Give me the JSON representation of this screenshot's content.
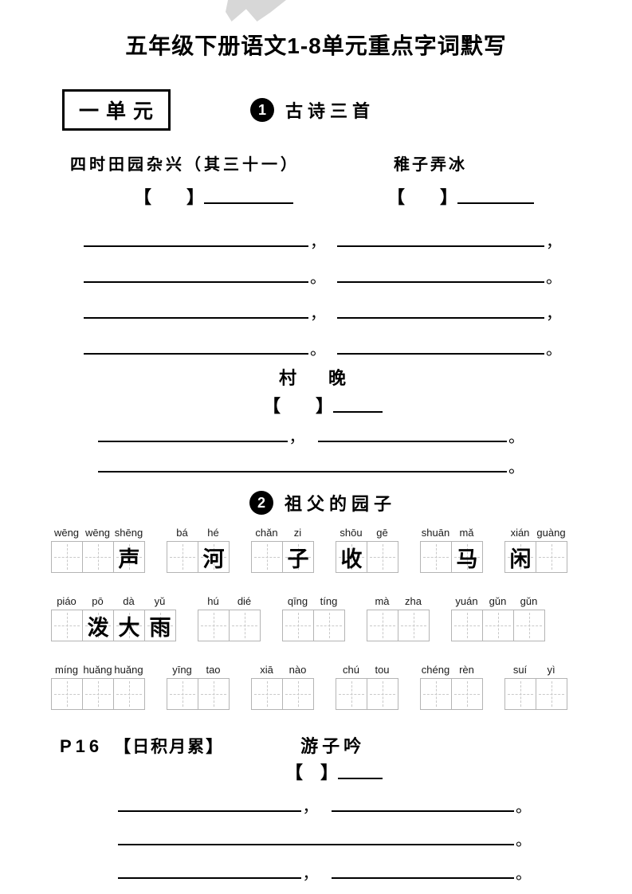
{
  "page_title": "五年级下册语文1-8单元重点字词默写",
  "unit_label": "一单元",
  "lesson1": {
    "badge": "1",
    "title": "古诗三首"
  },
  "poem_pair": {
    "left_title": "四时田园杂兴（其三十一）",
    "right_title": "稚子弄冰",
    "left_bracket": "【　　】",
    "right_bracket": "【　　】",
    "rows": [
      {
        "left_punct": "，",
        "right_punct": "，"
      },
      {
        "left_punct": "。",
        "right_punct": "。"
      },
      {
        "left_punct": "，",
        "right_punct": "，"
      },
      {
        "left_punct": "。",
        "right_punct": "。"
      }
    ]
  },
  "cunwan": {
    "title": "村　晚",
    "bracket": "【　　】",
    "lines": [
      {
        "puncts": [
          "，",
          "。"
        ]
      },
      {
        "puncts": [
          "。"
        ]
      }
    ]
  },
  "lesson2": {
    "badge": "2",
    "title": "祖父的园子"
  },
  "word_grids": [
    {
      "groups": [
        {
          "pinyin": [
            "wēng",
            "wēng",
            "shēng"
          ],
          "chars": [
            "",
            "",
            "声"
          ]
        },
        {
          "pinyin": [
            "bá",
            "hé"
          ],
          "chars": [
            "",
            "河"
          ]
        },
        {
          "pinyin": [
            "chǎn",
            "zi"
          ],
          "chars": [
            "",
            "子"
          ]
        },
        {
          "pinyin": [
            "shōu",
            "gē"
          ],
          "chars": [
            "收",
            ""
          ]
        },
        {
          "pinyin": [
            "shuān",
            "mǎ"
          ],
          "chars": [
            "",
            "马"
          ]
        },
        {
          "pinyin": [
            "xián",
            "guàng"
          ],
          "chars": [
            "闲",
            ""
          ]
        }
      ]
    },
    {
      "groups": [
        {
          "pinyin": [
            "piáo",
            "pō",
            "dà",
            "yǔ"
          ],
          "chars": [
            "",
            "泼",
            "大",
            "雨"
          ]
        },
        {
          "pinyin": [
            "hú",
            "dié"
          ],
          "chars": [
            "",
            ""
          ]
        },
        {
          "pinyin": [
            "qīng",
            "tíng"
          ],
          "chars": [
            "",
            ""
          ]
        },
        {
          "pinyin": [
            "mà",
            "zha"
          ],
          "chars": [
            "",
            ""
          ]
        },
        {
          "pinyin": [
            "yuán",
            "gǔn",
            "gǔn"
          ],
          "chars": [
            "",
            "",
            ""
          ]
        }
      ]
    },
    {
      "groups": [
        {
          "pinyin": [
            "míng",
            "huǎng",
            "huǎng"
          ],
          "chars": [
            "",
            "",
            ""
          ]
        },
        {
          "pinyin": [
            "yīng",
            "tao"
          ],
          "chars": [
            "",
            ""
          ]
        },
        {
          "pinyin": [
            "xiā",
            "nào"
          ],
          "chars": [
            "",
            ""
          ]
        },
        {
          "pinyin": [
            "chú",
            "tou"
          ],
          "chars": [
            "",
            ""
          ]
        },
        {
          "pinyin": [
            "chéng",
            "rèn"
          ],
          "chars": [
            "",
            ""
          ]
        },
        {
          "pinyin": [
            "suí",
            "yì"
          ],
          "chars": [
            "",
            ""
          ]
        }
      ]
    }
  ],
  "riji": {
    "page_ref": "P16",
    "label": "【日积月累】",
    "poem_title": "游子吟",
    "bracket": "【　】",
    "lines": [
      {
        "puncts": [
          "，",
          "。"
        ]
      },
      {
        "puncts": [
          "。"
        ]
      },
      {
        "puncts": [
          "，",
          "。"
        ]
      }
    ]
  }
}
